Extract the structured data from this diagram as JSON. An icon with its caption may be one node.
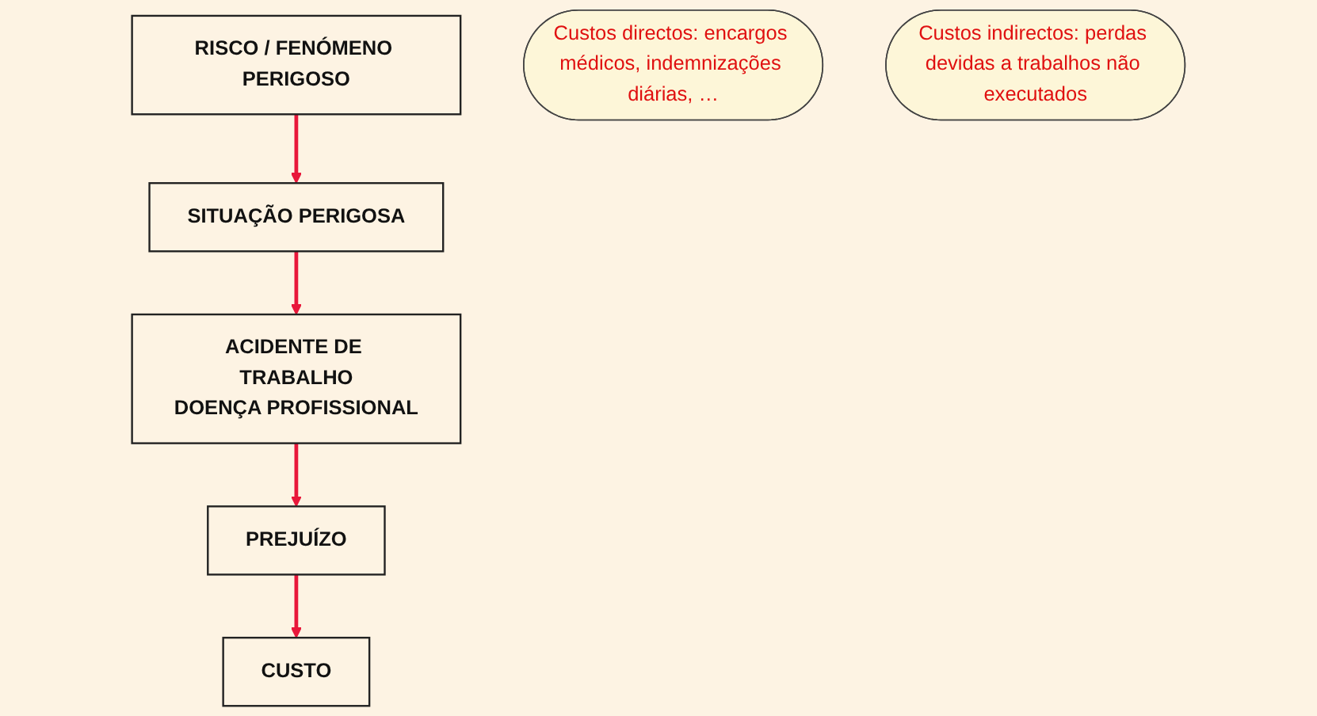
{
  "diagram": {
    "nodes": [
      {
        "text": [
          "RISCO / FENÓMENO PERIGOSO"
        ]
      },
      {
        "text": [
          "SITUAÇÃO PERIGOSA"
        ]
      },
      {
        "text": [
          "ACIDENTE DE TRABALHO",
          "DOENÇA PROFISSIONAL"
        ]
      },
      {
        "text": [
          "PREJUÍZO"
        ]
      },
      {
        "text": [
          "CUSTO"
        ]
      },
      {
        "text": [
          "Custos directos: encargos médicos, indemnizações diárias, …"
        ]
      },
      {
        "text": [
          "Custos indirectos: perdas devidas a trabalhos não executados"
        ]
      }
    ],
    "edges": [
      {
        "from": 0,
        "to": 1,
        "arrow": "to"
      },
      {
        "from": 1,
        "to": 2,
        "arrow": "to"
      },
      {
        "from": 2,
        "to": 3,
        "arrow": "to"
      },
      {
        "from": 3,
        "to": 4,
        "arrow": "to"
      }
    ]
  }
}
